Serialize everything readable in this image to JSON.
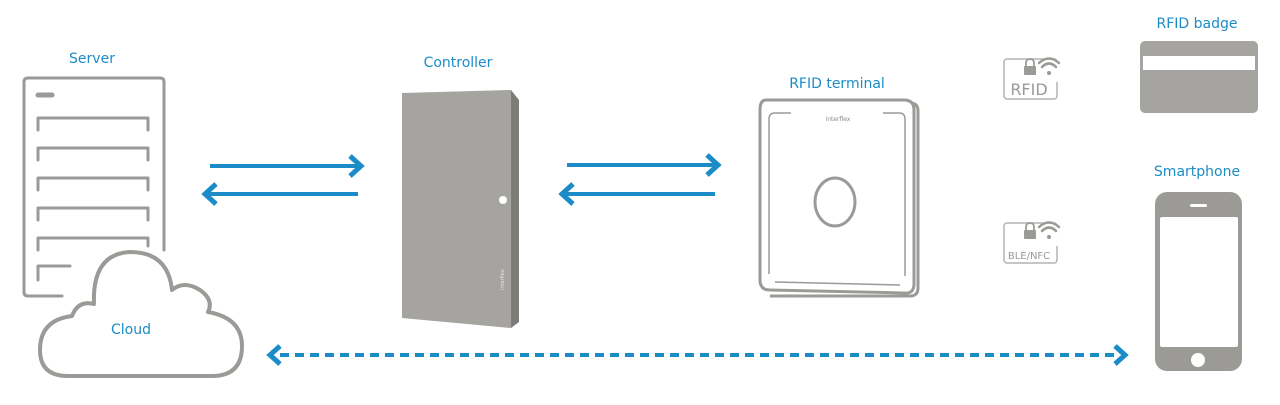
{
  "colors": {
    "accent": "#1b8cc7",
    "device_gray": "#a5a4a1",
    "outline_gray": "#9b9a97",
    "background": "#ffffff"
  },
  "nodes": {
    "server": {
      "label": "Server",
      "icon": "server-icon"
    },
    "cloud": {
      "label": "Cloud",
      "icon": "cloud-icon"
    },
    "controller": {
      "label": "Controller",
      "icon": "controller-icon",
      "brand": "interflex"
    },
    "rfid_terminal": {
      "label": "RFID terminal",
      "icon": "rfid-terminal-icon",
      "brand": "interflex"
    },
    "rfid_badge": {
      "label": "RFID badge",
      "icon": "rfid-badge-icon"
    },
    "smartphone": {
      "label": "Smartphone",
      "icon": "smartphone-icon"
    }
  },
  "badges": {
    "rfid": {
      "text": "RFID",
      "icon": "lock-wifi-icon"
    },
    "ble_nfc": {
      "text": "BLE/NFC",
      "icon": "lock-wifi-icon"
    }
  },
  "connections": [
    {
      "from": "server",
      "to": "controller",
      "style": "solid",
      "direction": "bidirectional"
    },
    {
      "from": "controller",
      "to": "rfid_terminal",
      "style": "solid",
      "direction": "bidirectional"
    },
    {
      "from": "cloud",
      "to": "smartphone",
      "style": "dashed",
      "direction": "bidirectional"
    }
  ]
}
